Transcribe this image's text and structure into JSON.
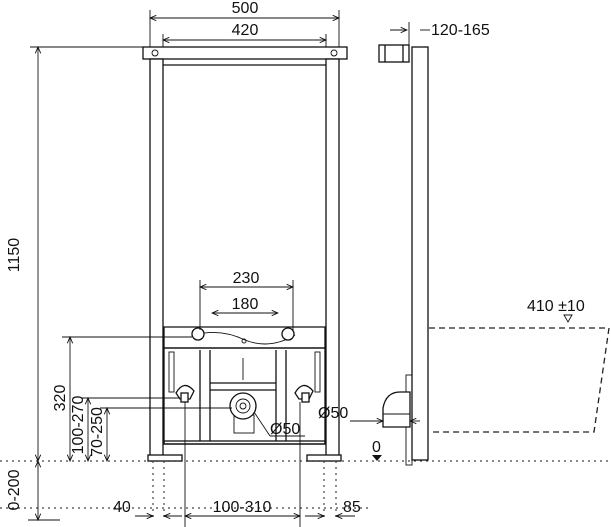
{
  "drawing": {
    "front_view": {
      "width_outer": "500",
      "width_inner": "420",
      "height_total": "1150",
      "fixing_spacing_outer": "230",
      "fixing_spacing_inner": "180",
      "module_height": "320",
      "supply_height_range": "100-270",
      "drain_height_range": "70-250",
      "drain_diameter": "Ø50",
      "foot_adjust_range": "0-200",
      "foot_offset": "40",
      "drain_lateral_range": "100-310",
      "side_offset": "85"
    },
    "side_view": {
      "depth_range": "120-165",
      "seat_height": "410 ±10",
      "drain_diameter": "Ø50",
      "floor_level": "0"
    }
  }
}
